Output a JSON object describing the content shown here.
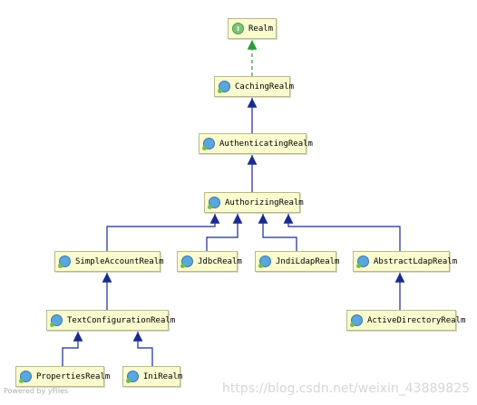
{
  "diagram": {
    "nodes": {
      "realm": {
        "label": "Realm",
        "kind": "I"
      },
      "caching_realm": {
        "label": "CachingRealm",
        "kind": "C"
      },
      "authenticating_realm": {
        "label": "AuthenticatingRealm",
        "kind": "C"
      },
      "authorizing_realm": {
        "label": "AuthorizingRealm",
        "kind": "C"
      },
      "simple_account_realm": {
        "label": "SimpleAccountRealm",
        "kind": "C"
      },
      "jdbc_realm": {
        "label": "JdbcRealm",
        "kind": "C"
      },
      "jndi_ldap_realm": {
        "label": "JndiLdapRealm",
        "kind": "C"
      },
      "abstract_ldap_realm": {
        "label": "AbstractLdapRealm",
        "kind": "C"
      },
      "text_configuration_realm": {
        "label": "TextConfigurationRealm",
        "kind": "C"
      },
      "active_directory_realm": {
        "label": "ActiveDirectoryRealm",
        "kind": "C"
      },
      "properties_realm": {
        "label": "PropertiesRealm",
        "kind": "C"
      },
      "ini_realm": {
        "label": "IniRealm",
        "kind": "C"
      }
    },
    "edges": [
      {
        "from": "caching_realm",
        "to": "realm",
        "type": "implements"
      },
      {
        "from": "authenticating_realm",
        "to": "caching_realm",
        "type": "extends"
      },
      {
        "from": "authorizing_realm",
        "to": "authenticating_realm",
        "type": "extends"
      },
      {
        "from": "simple_account_realm",
        "to": "authorizing_realm",
        "type": "extends"
      },
      {
        "from": "jdbc_realm",
        "to": "authorizing_realm",
        "type": "extends"
      },
      {
        "from": "jndi_ldap_realm",
        "to": "authorizing_realm",
        "type": "extends"
      },
      {
        "from": "abstract_ldap_realm",
        "to": "authorizing_realm",
        "type": "extends"
      },
      {
        "from": "text_configuration_realm",
        "to": "simple_account_realm",
        "type": "extends"
      },
      {
        "from": "active_directory_realm",
        "to": "abstract_ldap_realm",
        "type": "extends"
      },
      {
        "from": "properties_realm",
        "to": "text_configuration_realm",
        "type": "extends"
      },
      {
        "from": "ini_realm",
        "to": "text_configuration_realm",
        "type": "extends"
      }
    ]
  },
  "colors": {
    "extends_edge": "#1b2a8f",
    "implements_edge": "#2f9a3a",
    "node_fill": "#fbfbd0"
  },
  "footer": {
    "powered_by": "Powered by yFiles",
    "watermark": "https://blog.csdn.net/weixin_43889825"
  }
}
